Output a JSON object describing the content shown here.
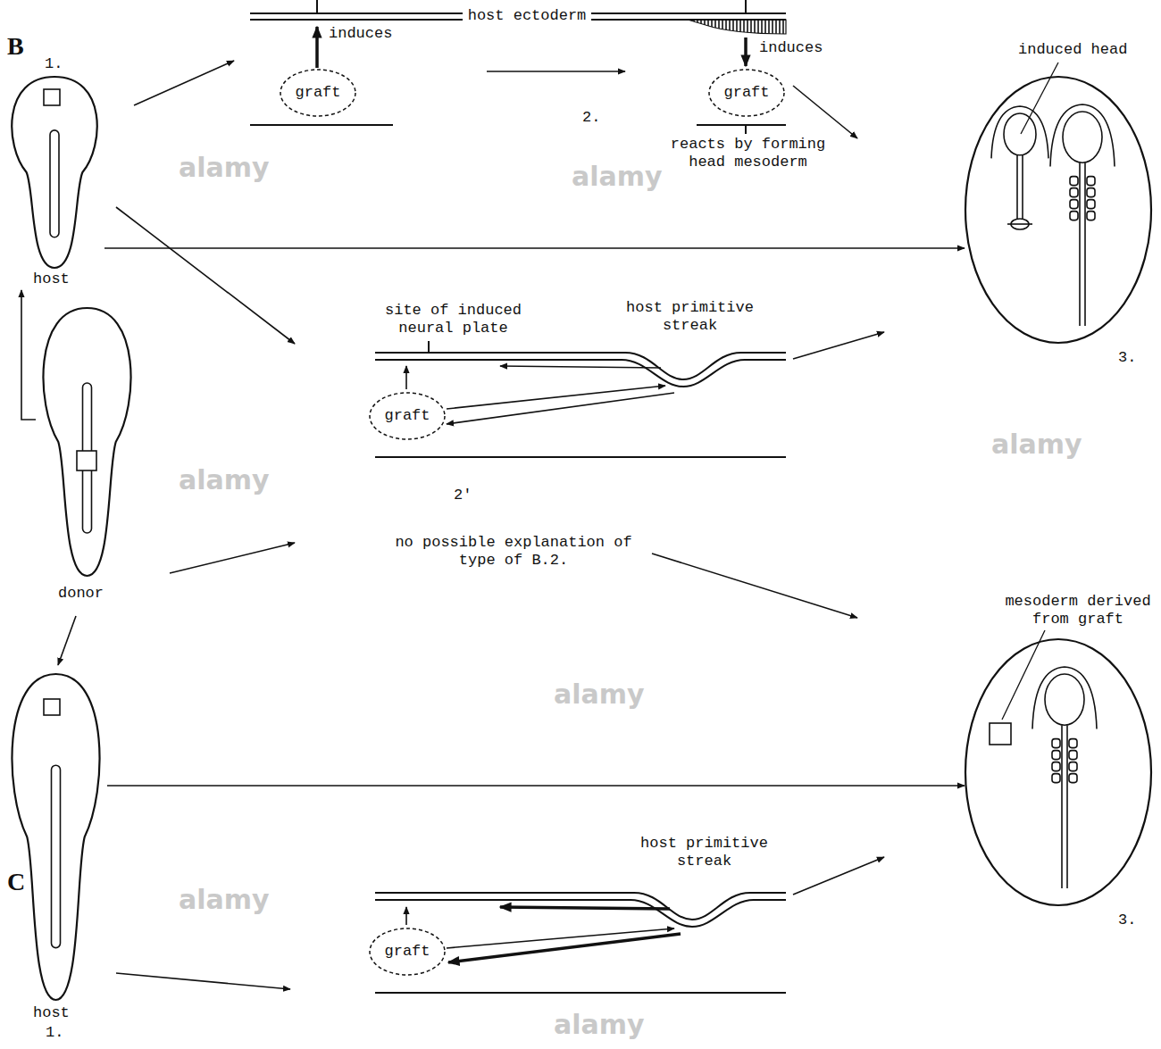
{
  "diagram": {
    "nodes": [
      {
        "text": [
          "1.",
          "host"
        ]
      },
      {
        "text": [
          "donor"
        ]
      },
      {
        "text": [
          "host",
          "1."
        ]
      },
      {
        "text": [
          "graft"
        ]
      },
      {
        "text": [
          "graft"
        ]
      },
      {
        "text": [
          "graft"
        ]
      },
      {
        "text": [
          "graft"
        ]
      },
      {
        "text": [
          "3."
        ]
      },
      {
        "text": [
          "3."
        ]
      }
    ],
    "edges": [
      {
        "from": 0,
        "to": 7,
        "arrow": "to"
      },
      {
        "from": 1,
        "to": 0,
        "arrow": "to"
      },
      {
        "from": 1,
        "to": 2,
        "arrow": "to"
      },
      {
        "from": 2,
        "to": 8,
        "arrow": "to"
      }
    ],
    "labels": [
      "B",
      "C",
      "host ectoderm",
      "induces",
      "induces",
      "2.",
      "reacts by forming head mesoderm",
      "induced head",
      "site of induced neural plate",
      "host primitive streak",
      "2'",
      "no possible explanation of type of B.2.",
      "mesoderm derived from graft",
      "host primitive streak",
      "alamy",
      "alamy",
      "alamy",
      "alamy",
      "alamy",
      "alamy",
      "alamy"
    ]
  }
}
